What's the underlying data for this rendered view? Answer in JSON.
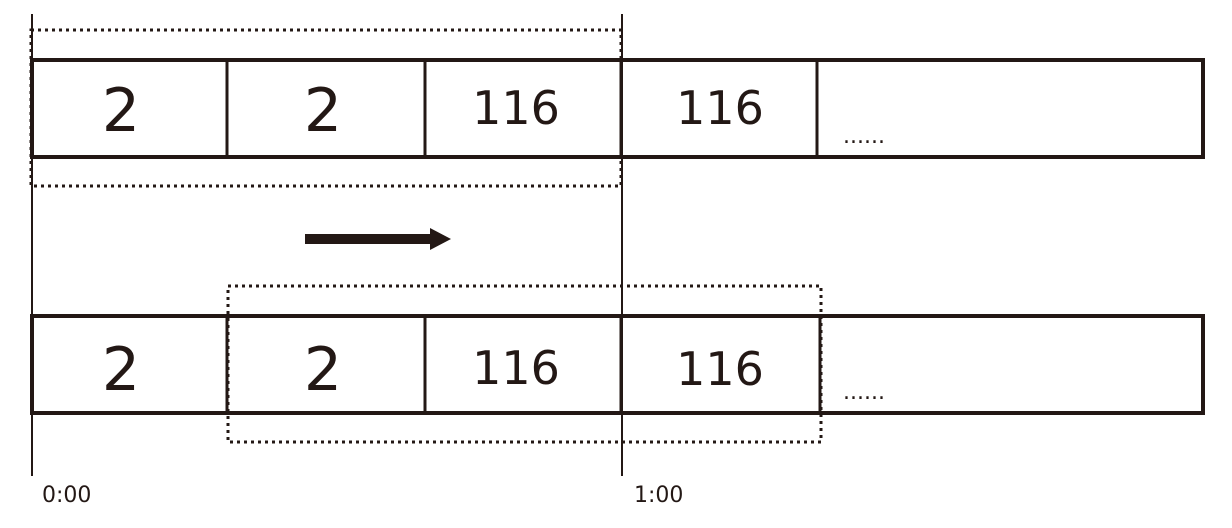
{
  "colors": {
    "ink": "#231815"
  },
  "row_top": {
    "cells": [
      "2",
      "2",
      "116",
      "116",
      "......"
    ]
  },
  "row_bottom": {
    "cells": [
      "2",
      "2",
      "116",
      "116",
      "......"
    ]
  },
  "timeline": {
    "start_label": "0:00",
    "end_label": "1:00"
  },
  "icons": {
    "arrow": "right-arrow-icon"
  }
}
